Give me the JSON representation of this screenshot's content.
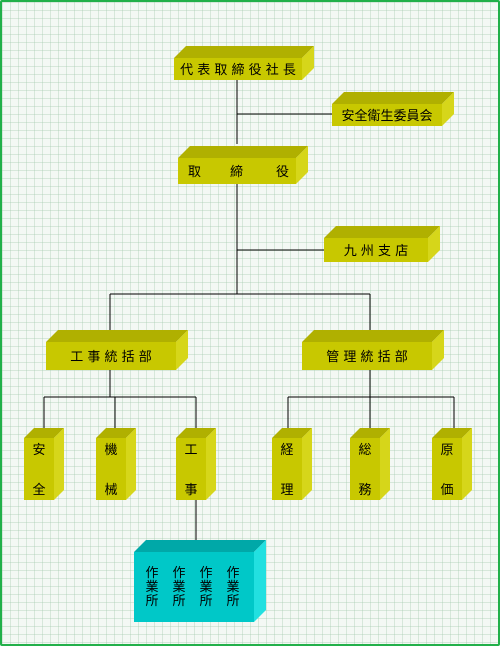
{
  "boxes": {
    "president": "代 表 取 締 役 社 長",
    "safety_committee": "安全衛生委員会",
    "director_a": "取",
    "director_b": "締",
    "director_c": "役",
    "kyushu_branch": "九 州 支 店",
    "construction_dept": "工 事 統 括 部",
    "admin_dept": "管 理 統 括 部",
    "safety_top": "安",
    "safety_bottom": "全",
    "machinery_top": "機",
    "machinery_bottom": "械",
    "works_top": "工",
    "works_bottom": "事",
    "accounting_top": "経",
    "accounting_bottom": "理",
    "general_affairs_top": "総",
    "general_affairs_bottom": "務",
    "cost_top": "原",
    "cost_bottom": "価"
  },
  "work_sites": [
    [
      "作",
      "業",
      "所"
    ],
    [
      "作",
      "業",
      "所"
    ],
    [
      "作",
      "業",
      "所"
    ],
    [
      "作",
      "業",
      "所"
    ]
  ],
  "colors": {
    "box_face": "#c8c800",
    "box_side": "#d6d61a",
    "box_top": "#b0b000",
    "site_face": "#00c8c8",
    "site_side": "#22e0e0",
    "site_top": "#00a8a8",
    "border": "#22b04a",
    "line": "#000000"
  }
}
